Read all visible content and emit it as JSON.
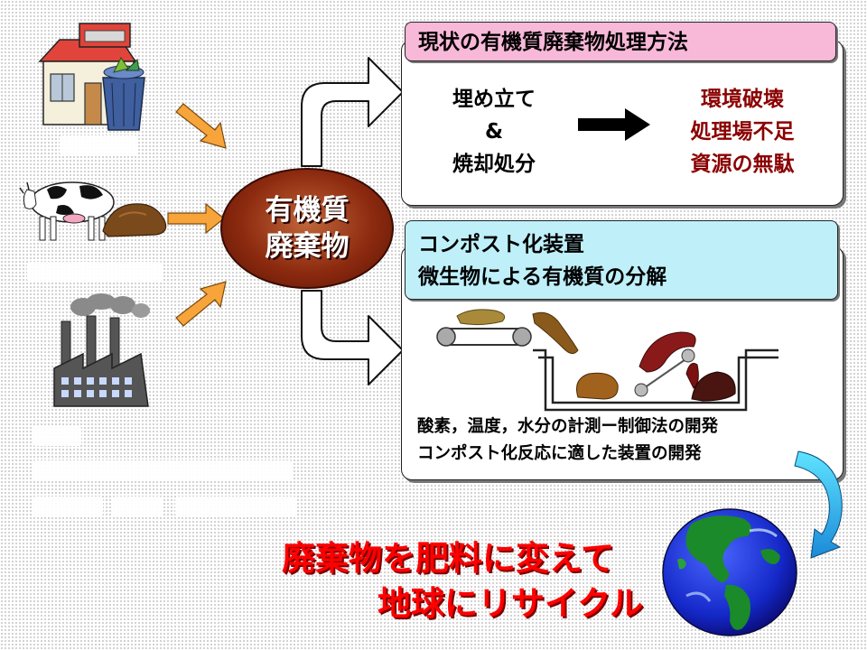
{
  "center_label": [
    "有機質",
    "廃棄物"
  ],
  "current": {
    "title": "現状の有機質廃棄物処理方法",
    "methods": [
      "埋め立て",
      "&",
      "焼却処分"
    ],
    "problems": [
      "環境破壊",
      "処理場不足",
      "資源の無駄"
    ]
  },
  "device": {
    "title_line1": "コンポスト化装置",
    "title_line2": "微生物による有機質の分解",
    "goals": [
      "酸素，温度，水分の計測ー制御法の開発",
      "コンポスト化反応に適した装置の開発"
    ]
  },
  "slogan": [
    "廃棄物を肥料に変えて",
    "地球にリサイクル"
  ],
  "colors": {
    "oval": "#8c2a0f",
    "current_header": "#f8b8d8",
    "device_header": "#bff0fa",
    "problem_text": "#8b0000",
    "slogan_text": "#ff0000",
    "source_arrow": "#f7a43a"
  },
  "icons": [
    "house-with-trash-can",
    "cow-with-manure",
    "factory",
    "earth-globe"
  ]
}
